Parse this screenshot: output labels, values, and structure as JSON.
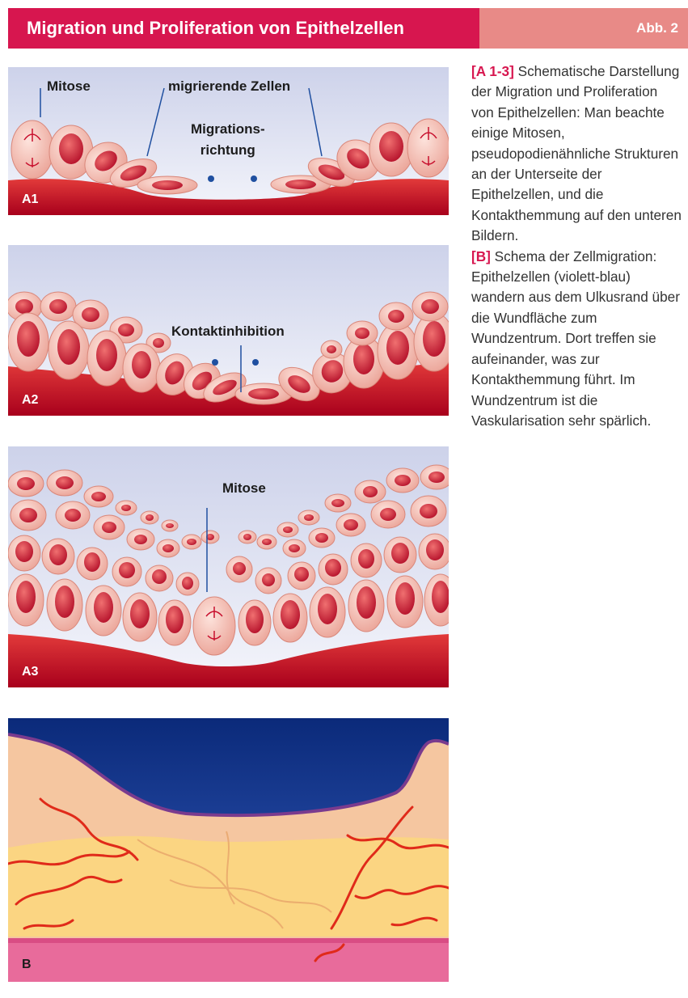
{
  "header": {
    "title": "Migration und Proliferation von Epithelzellen",
    "figure_no": "Abb. 2"
  },
  "panels": {
    "a1": {
      "label": "A1",
      "mitose": "Mitose",
      "migrating": "migrierende Zellen",
      "direction": "Migrations-\nrichtung"
    },
    "a2": {
      "label": "A2",
      "contact": "Kontaktinhibition"
    },
    "a3": {
      "label": "A3",
      "mitose": "Mitose"
    },
    "b": {
      "label": "B"
    }
  },
  "caption": {
    "a_tag": "[A 1-3]",
    "a_text": " Schematische Darstellung der Migration und Proliferation von Epithelzellen: Man beachte einige Mitosen, pseudopodienähnliche Strukturen an der Unterseite der Epithelzellen, und die Kontakthemmung auf den unteren Bildern.",
    "b_tag": "[B]",
    "b_text": " Schema der Zellmigration: Epithelzellen (violett-blau) wandern aus dem Ulkusrand über die Wundfläche zum Wundzentrum. Dort treffen sie aufeinander, was zur Kontakthemmung führt. Im Wundzentrum ist die Vaskularisation sehr spärlich."
  },
  "colors": {
    "accent": "#d7164f",
    "header_light": "#e88a87",
    "sky": "#d8dcef",
    "tissue": "#c8102e",
    "cell": "#f2b9ae",
    "nucleus": "#d2283c"
  }
}
